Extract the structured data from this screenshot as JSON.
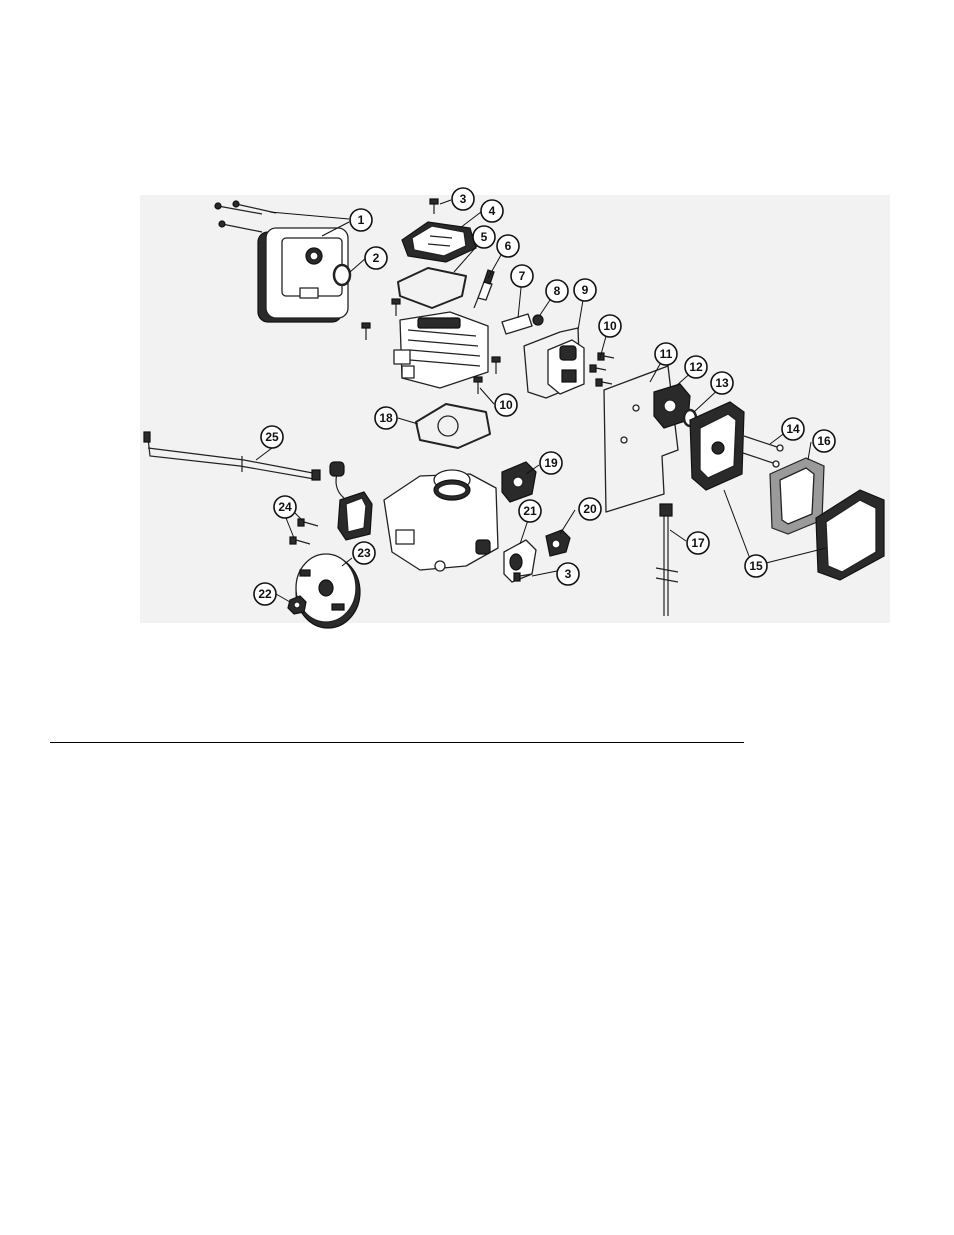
{
  "callouts": [
    {
      "label": "1"
    },
    {
      "label": "2"
    },
    {
      "label": "3"
    },
    {
      "label": "4"
    },
    {
      "label": "5"
    },
    {
      "label": "6"
    },
    {
      "label": "7"
    },
    {
      "label": "8"
    },
    {
      "label": "9"
    },
    {
      "label": "10"
    },
    {
      "label": "10"
    },
    {
      "label": "11"
    },
    {
      "label": "12"
    },
    {
      "label": "13"
    },
    {
      "label": "14"
    },
    {
      "label": "15"
    },
    {
      "label": "16"
    },
    {
      "label": "17"
    },
    {
      "label": "18"
    },
    {
      "label": "19"
    },
    {
      "label": "20"
    },
    {
      "label": "21"
    },
    {
      "label": "3"
    },
    {
      "label": "22"
    },
    {
      "label": "23"
    },
    {
      "label": "24"
    },
    {
      "label": "25"
    }
  ]
}
